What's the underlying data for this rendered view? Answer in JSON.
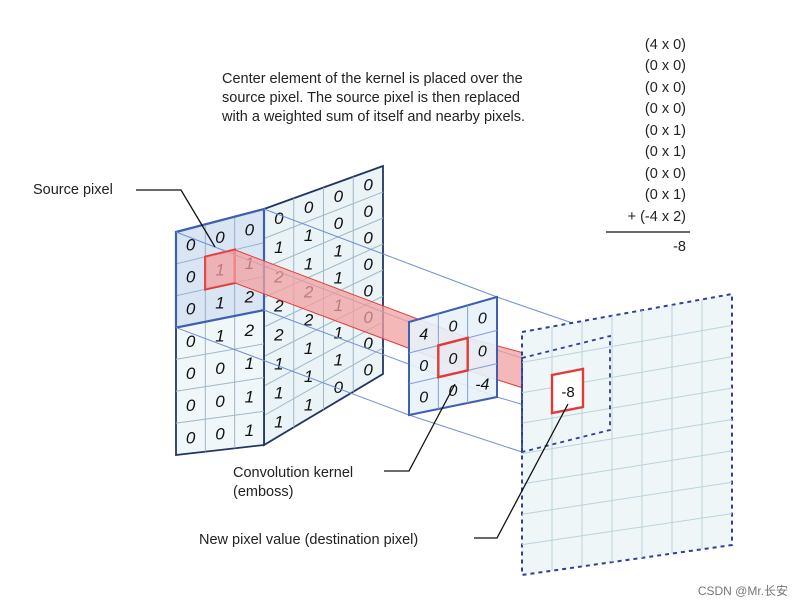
{
  "description": {
    "lines": [
      "Center element of the kernel is placed over the",
      "source pixel. The source pixel is then replaced",
      "with a weighted sum of itself and nearby pixels."
    ]
  },
  "equation": {
    "terms": [
      "(4 x 0)",
      "(0 x 0)",
      "(0 x 0)",
      "(0 x 0)",
      "(0 x 1)",
      "(0 x 1)",
      "(0 x 0)",
      "(0 x 1)",
      "+ (-4 x 2)"
    ],
    "result": "-8"
  },
  "labels": {
    "source_pixel": "Source pixel",
    "kernel_line1": "Convolution kernel",
    "kernel_line2": "(emboss)",
    "new_pixel": "New pixel value (destination pixel)"
  },
  "source_front_grid": [
    [
      "0",
      "0",
      "0"
    ],
    [
      "0",
      "1",
      "1"
    ],
    [
      "0",
      "1",
      "2"
    ],
    [
      "0",
      "1",
      "2"
    ],
    [
      "0",
      "0",
      "1"
    ],
    [
      "0",
      "0",
      "1"
    ],
    [
      "0",
      "0",
      "1"
    ]
  ],
  "source_back_grid": [
    [
      "0",
      "0",
      "0",
      "0"
    ],
    [
      "1",
      "1",
      "0",
      "0"
    ],
    [
      "2",
      "1",
      "1",
      "0"
    ],
    [
      "2",
      "2",
      "1",
      "0"
    ],
    [
      "2",
      "2",
      "1",
      "0"
    ],
    [
      "1",
      "1",
      "1",
      "0"
    ],
    [
      "1",
      "1",
      "1",
      "0"
    ],
    [
      "1",
      "1",
      "0",
      "0"
    ]
  ],
  "kernel_grid": [
    [
      "4",
      "0",
      "0"
    ],
    [
      "0",
      "0",
      "0"
    ],
    [
      "0",
      "0",
      "-4"
    ]
  ],
  "destination_value": "-8",
  "colors": {
    "grid_blue": "#3f5fb0",
    "highlight_red": "#e23a3a",
    "beam_fill": "#f2a0a0",
    "panel_fill": "#eef6f8"
  },
  "watermark": "CSDN @Mr.长安"
}
